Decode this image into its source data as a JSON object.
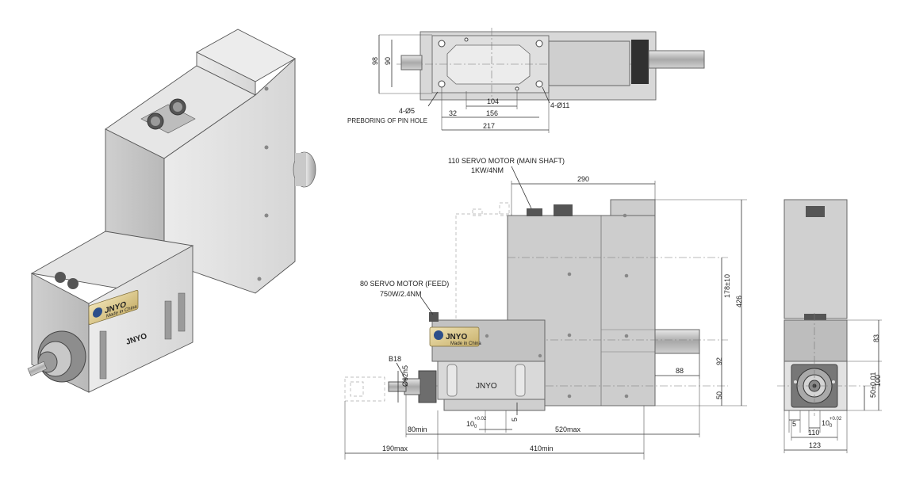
{
  "brand": "JNYO",
  "plate_subtext": "Made in China",
  "colors": {
    "housing_light": "#dcdcdc",
    "housing_mid": "#c4c4c4",
    "housing_dark": "#9a9a9a",
    "plate_gold": "#d9c48a",
    "logo_blue": "#2d4f8a",
    "dim_line": "#333333"
  },
  "top_view": {
    "dims": {
      "h98": "98",
      "h90": "90",
      "d104": "104",
      "d32": "32",
      "d156": "156",
      "d217": "217"
    },
    "callouts": {
      "pin_holes": "4-Ø5",
      "pin_note": "PREBORING OF PIN HOLE",
      "mount_holes": "4-Ø11"
    }
  },
  "front_view": {
    "main_motor_label": "110 SERVO MOTOR (MAIN SHAFT)",
    "main_motor_spec": "1KW/4NM",
    "feed_motor_label": "80 SERVO MOTOR (FEED)",
    "feed_motor_spec": "750W/2.4NM",
    "dims": {
      "d290": "290",
      "d426": "426",
      "d178": "178±10",
      "d92": "92",
      "d50": "50",
      "d88": "88",
      "b18": "B18",
      "phi62": "Ø62h5",
      "tol10": "10",
      "tol10_upper": "+0.02",
      "tol10_lower": "0",
      "d5": "5",
      "d80min": "80min",
      "d520max": "520max",
      "d190max": "190max",
      "d410min": "410min"
    }
  },
  "side_view": {
    "dims": {
      "d83": "83",
      "d100": "100",
      "d50tol": "50±0.01",
      "d5": "5",
      "tol10": "10",
      "tol10_upper": "+0.02",
      "tol10_lower": "0",
      "d110": "110",
      "d123": "123"
    }
  }
}
